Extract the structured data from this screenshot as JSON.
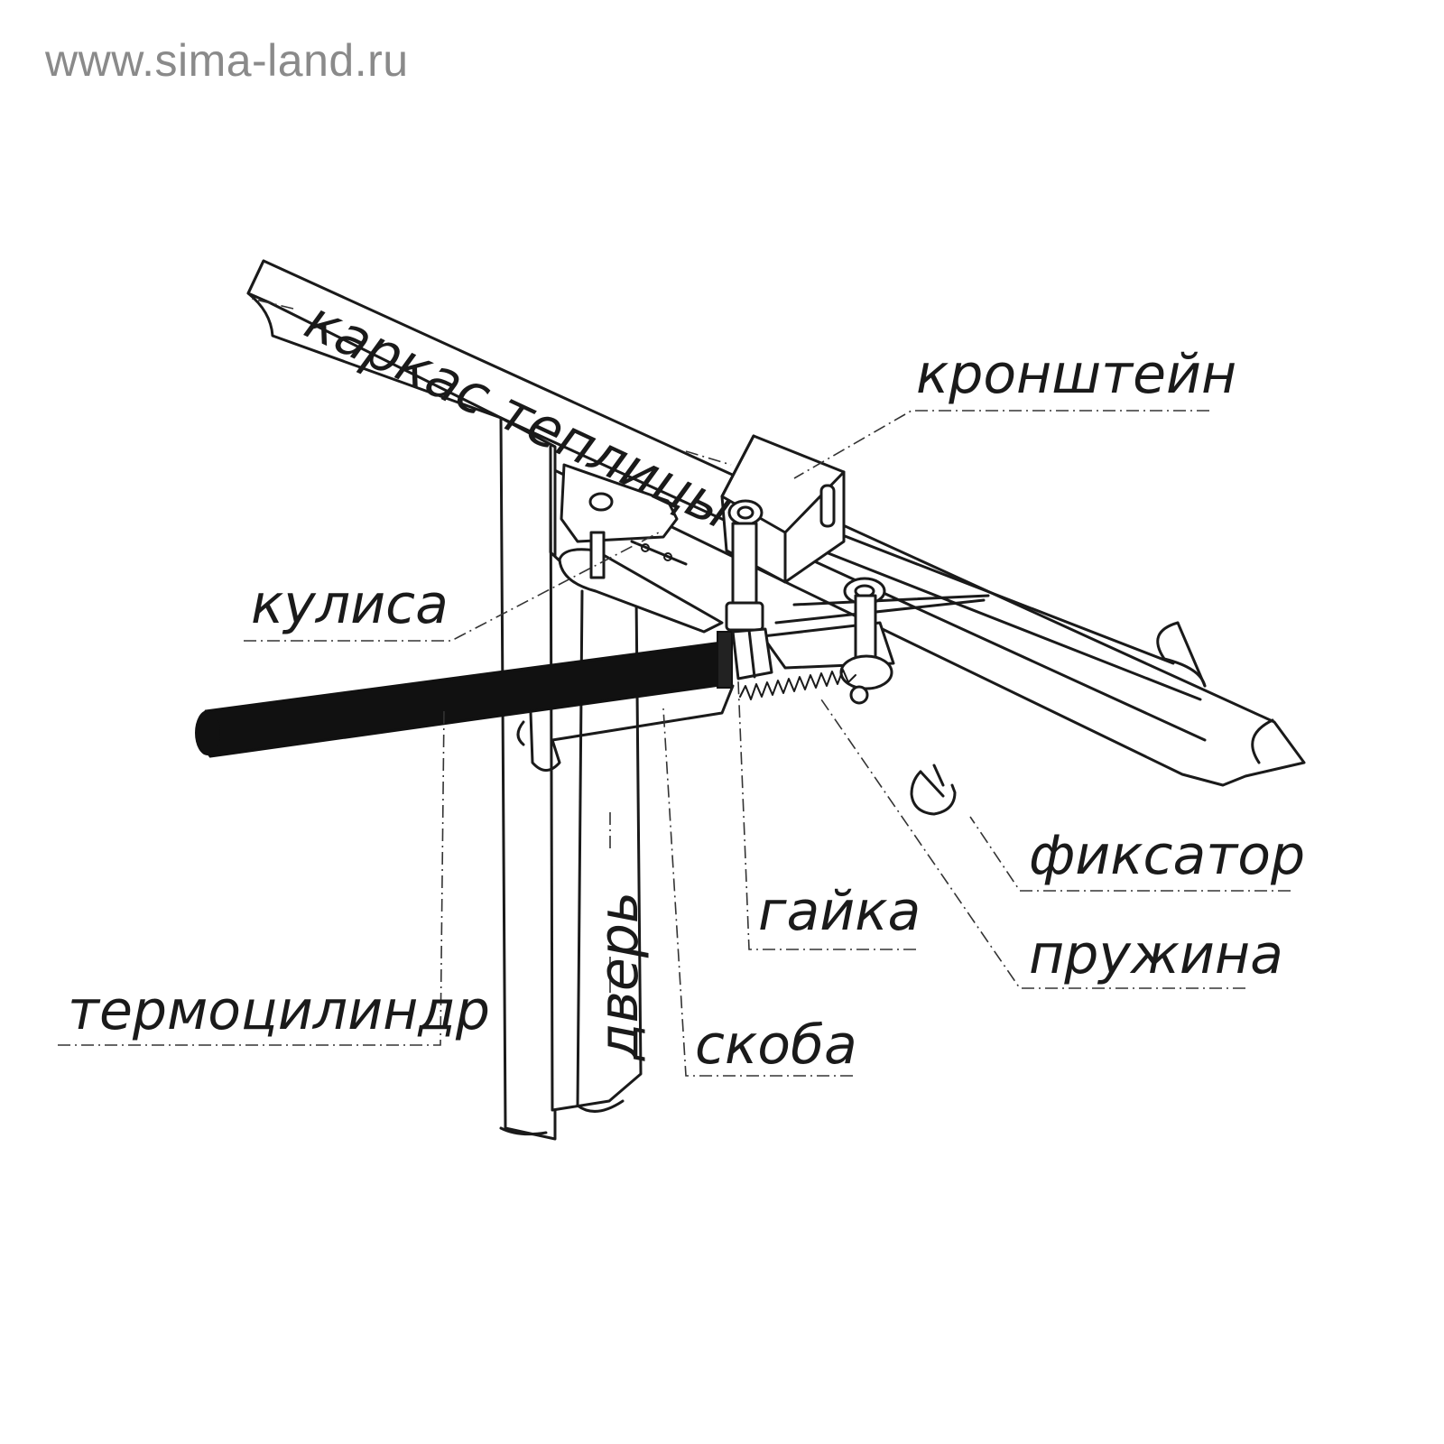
{
  "watermark": "www.sima-land.ru",
  "labels": {
    "frame": "каркас теплицы",
    "bracket": "кронштейн",
    "rocker": "кулиса",
    "fixator": "фиксатор",
    "nut": "гайка",
    "spring": "пружина",
    "thermocylinder": "термоцилиндр",
    "door": "дверь",
    "clamp": "скоба"
  }
}
